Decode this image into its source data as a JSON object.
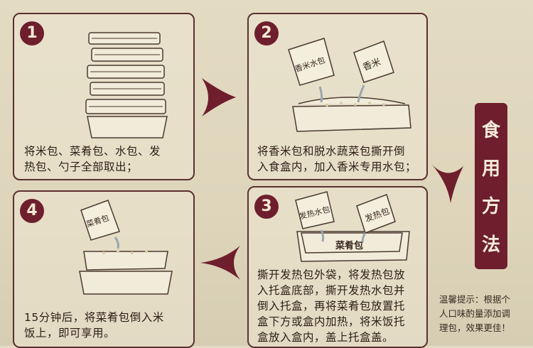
{
  "banner": {
    "chars": [
      "食",
      "用",
      "方",
      "法"
    ]
  },
  "steps": [
    {
      "number": "1",
      "caption": "将米包、菜肴包、水包、发\n热包、勺子全部取出；"
    },
    {
      "number": "2",
      "caption": "将香米包和脱水蔬菜包撕开倒\n入食盒内，加入香米专用水包；",
      "pack_labels": [
        "香米水包",
        "香米"
      ]
    },
    {
      "number": "3",
      "caption": "撕开发热包外袋，将发热包放\n入托盒底部，撕开发热水包并\n倒入托盒，再将菜肴包放置托\n盒下方或盒内加热，将米饭托\n盒放入盒内，盖上托盒盖。",
      "pack_labels": [
        "发热水包",
        "发热包"
      ],
      "box_label": "菜肴包"
    },
    {
      "number": "4",
      "caption": "15分钟后，将菜肴包倒入米\n饭上，即可享用。",
      "pack_labels": [
        "菜肴包"
      ]
    }
  ],
  "tip": "温馨提示：根据个\n人口味酌量添加调\n理包，效果更佳！",
  "colors": {
    "accent": "#6e1e2c",
    "background": "#e3dbc2",
    "outline": "#5a3030"
  }
}
